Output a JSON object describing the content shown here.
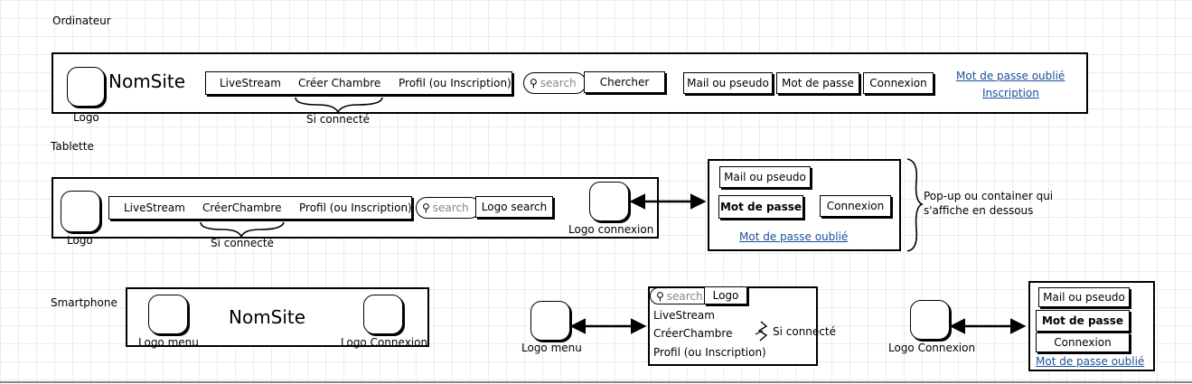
{
  "sections": {
    "desktop": "Ordinateur",
    "tablet": "Tablette",
    "smartphone": "Smartphone"
  },
  "desktop": {
    "logo_label": "Logo",
    "site_name": "NomSite",
    "nav": {
      "livestream": "LiveStream",
      "create_room": "Créer Chambre",
      "profile": "Profil (ou Inscription)"
    },
    "connected_note": "Si connecté",
    "search_placeholder": "search",
    "search_button": "Chercher",
    "login_field": "Mail ou pseudo",
    "password_field": "Mot de passe",
    "connect_button": "Connexion",
    "forgot_link": "Mot de passe oublié",
    "register_link": "Inscription"
  },
  "tablet": {
    "logo_label": "Logo",
    "nav": {
      "livestream": "LiveStream",
      "create_room": "CréerChambre",
      "profile": "Profil (ou Inscription)"
    },
    "connected_note": "Si connecté",
    "search_placeholder": "search",
    "search_button": "Logo search",
    "connect_logo_label": "Logo connexion",
    "popup": {
      "login_field": "Mail ou pseudo",
      "password_field": "Mot de passe",
      "connect_button": "Connexion",
      "forgot_link": "Mot de passe oublié"
    },
    "popup_note_line1": "Pop-up ou container qui",
    "popup_note_line2": "s'affiche en dessous"
  },
  "smartphone": {
    "menu_logo_label": "Logo menu",
    "site_name": "NomSite",
    "connect_logo_label": "Logo Connexion",
    "menu_logo_label_2": "Logo menu",
    "menu_panel": {
      "search_placeholder": "search",
      "search_logo": "Logo",
      "livestream": "LiveStream",
      "create_room": "CréerChambre",
      "profile": "Profil (ou Inscription)",
      "connected_note": "Si connecté"
    },
    "connect_logo_label_2": "Logo Connexion",
    "login_panel": {
      "login_field": "Mail ou pseudo",
      "password_field": "Mot de passe",
      "connect_button": "Connexion",
      "forgot_link": "Mot de passe oublié"
    }
  },
  "colors": {
    "link": "#1a4e9c",
    "placeholder": "#888888",
    "grid": "#ececec"
  }
}
